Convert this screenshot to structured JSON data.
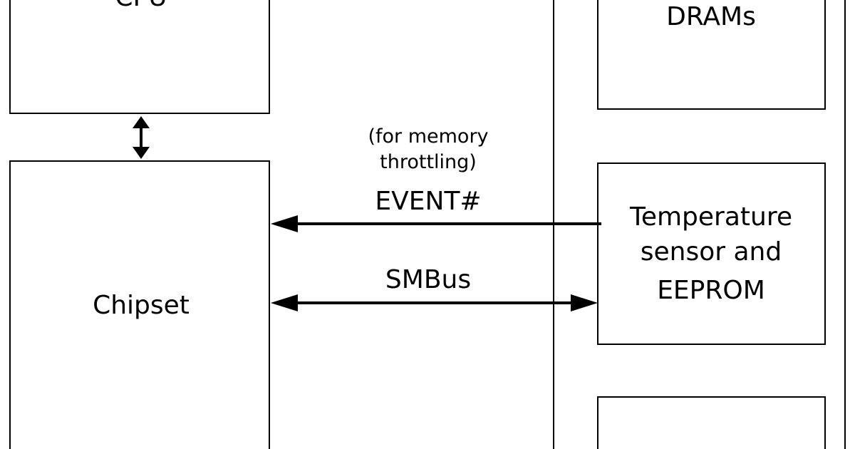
{
  "blocks": {
    "cpu": "CPU",
    "chipset": "Chipset",
    "drams": "DRAMs",
    "sensor": [
      "Temperature",
      "sensor and",
      "EEPROM"
    ],
    "bottom": ""
  },
  "signals": {
    "event_note": [
      "(for memory",
      "throttling)"
    ],
    "event": "EVENT#",
    "smbus": "SMBus"
  },
  "colors": {
    "line": "#000000",
    "background": "#ffffff"
  }
}
